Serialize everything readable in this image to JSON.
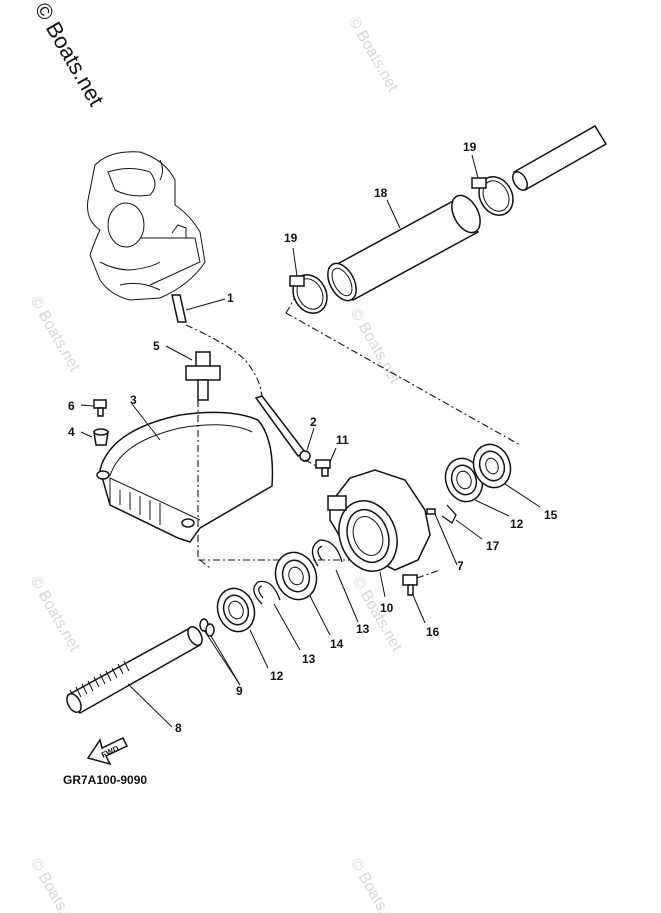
{
  "watermark": {
    "copyright_text": "© Boats.net",
    "ghost_text": "© Boats.net"
  },
  "diagram": {
    "code": "GR7A100-9090",
    "fwd_label": "FWD",
    "callouts": {
      "c1": "1",
      "c2": "2",
      "c3": "3",
      "c4": "4",
      "c5": "5",
      "c6": "6",
      "c7": "7",
      "c8": "8",
      "c9": "9",
      "c10": "10",
      "c11": "11",
      "c12a": "12",
      "c12b": "12",
      "c13a": "13",
      "c13b": "13",
      "c14": "14",
      "c15": "15",
      "c16": "16",
      "c17": "17",
      "c18": "18",
      "c19a": "19",
      "c19b": "19"
    }
  },
  "colors": {
    "ink": "#111111",
    "watermark": "#d8d8d8",
    "background": "#ffffff"
  }
}
